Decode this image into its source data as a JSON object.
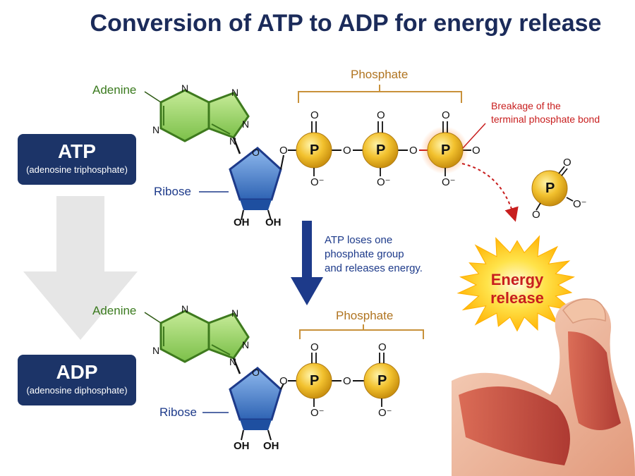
{
  "title": "Conversion of ATP to ADP for energy release",
  "atp": {
    "abbr": "ATP",
    "name": "(adenosine triphosphate)"
  },
  "adp": {
    "abbr": "ADP",
    "name": "(adenosine diphosphate)"
  },
  "labels": {
    "adenine": "Adenine",
    "ribose": "Ribose",
    "phosphate": "Phosphate",
    "oh": "OH",
    "n": "N",
    "o": "O",
    "o_minus": "O⁻",
    "p": "P"
  },
  "breakage_note": [
    "Breakage of the",
    "terminal phosphate bond"
  ],
  "process_note": [
    "ATP loses one",
    "phosphate group",
    "and releases energy."
  ],
  "energy_label": [
    "Energy",
    "release"
  ],
  "colors": {
    "title": "#1b2b5a",
    "box": "#1c3468",
    "adenine": "#8fcf5a",
    "ribose": "#4a86d0",
    "phosphate": "#f2c12e",
    "bracket": "#c8913a",
    "arrow": "#1d3a8a",
    "red": "#c81e1e",
    "burst": "#ffd21f"
  }
}
